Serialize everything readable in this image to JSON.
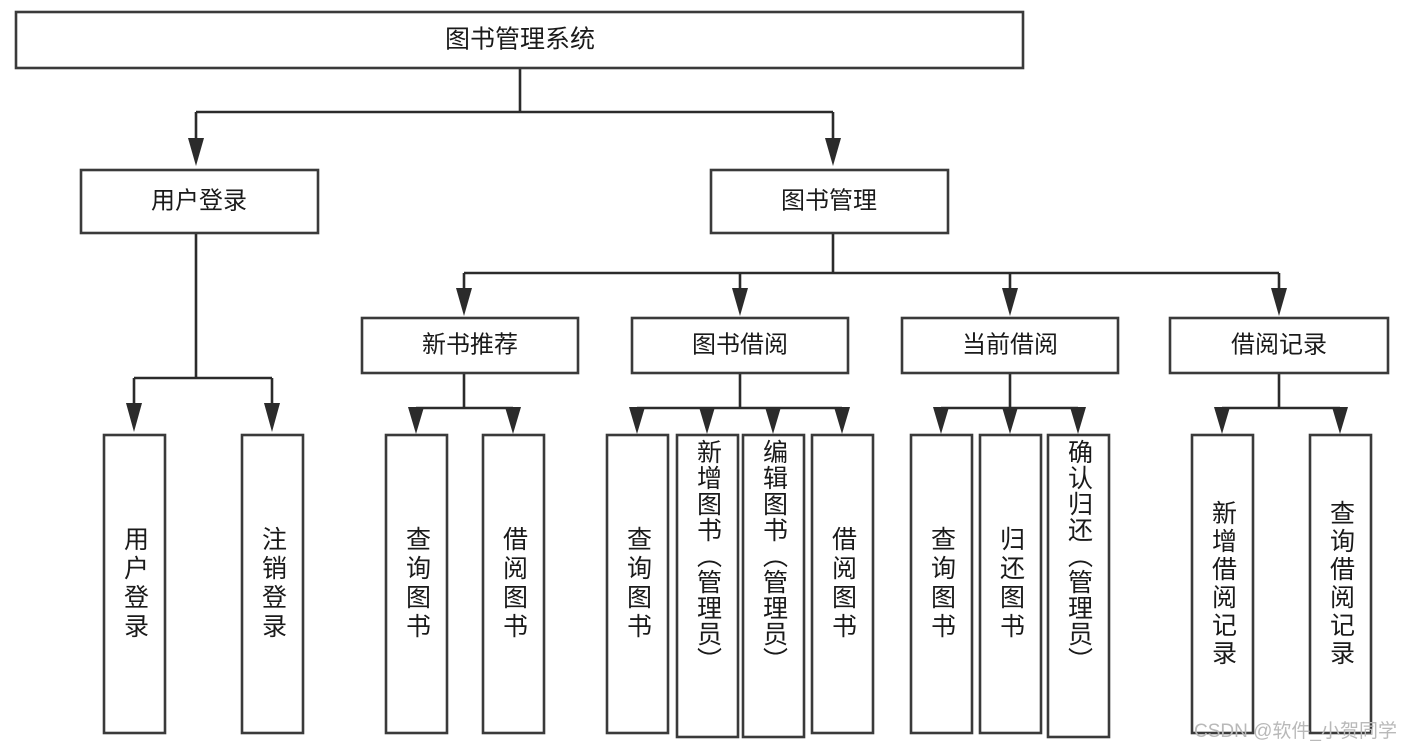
{
  "diagram": {
    "title": "图书管理系统",
    "watermark": "CSDN @软件_小贺同学",
    "root": {
      "id": "root",
      "label": "图书管理系统"
    },
    "level2": [
      {
        "id": "user-login",
        "label": "用户登录"
      },
      {
        "id": "book-management",
        "label": "图书管理"
      }
    ],
    "level3": [
      {
        "id": "new-book-recommend",
        "label": "新书推荐",
        "parent": "book-management"
      },
      {
        "id": "book-borrow",
        "label": "图书借阅",
        "parent": "book-management"
      },
      {
        "id": "current-borrow",
        "label": "当前借阅",
        "parent": "book-management"
      },
      {
        "id": "borrow-record",
        "label": "借阅记录",
        "parent": "book-management"
      }
    ],
    "leaves": [
      {
        "id": "leaf-user-login",
        "label": "用户登录",
        "parent": "user-login"
      },
      {
        "id": "leaf-user-logout",
        "label": "注销登录",
        "parent": "user-login"
      },
      {
        "id": "leaf-query-book-1",
        "label": "查询图书",
        "parent": "new-book-recommend"
      },
      {
        "id": "leaf-borrow-book-1",
        "label": "借阅图书",
        "parent": "new-book-recommend"
      },
      {
        "id": "leaf-query-book-2",
        "label": "查询图书",
        "parent": "book-borrow"
      },
      {
        "id": "leaf-add-book",
        "label": "新增图书（管理员）",
        "parent": "book-borrow"
      },
      {
        "id": "leaf-edit-book",
        "label": "编辑图书（管理员）",
        "parent": "book-borrow"
      },
      {
        "id": "leaf-borrow-book-2",
        "label": "借阅图书",
        "parent": "book-borrow"
      },
      {
        "id": "leaf-query-book-3",
        "label": "查询图书",
        "parent": "current-borrow"
      },
      {
        "id": "leaf-return-book",
        "label": "归还图书",
        "parent": "current-borrow"
      },
      {
        "id": "leaf-confirm-return",
        "label": "确认归还（管理员）",
        "parent": "current-borrow"
      },
      {
        "id": "leaf-add-record",
        "label": "新增借阅记录",
        "parent": "borrow-record"
      },
      {
        "id": "leaf-query-record",
        "label": "查询借阅记录",
        "parent": "borrow-record"
      }
    ],
    "colors": {
      "box_stroke": "#3a3a3a",
      "connector": "#2b2b2b",
      "text": "#1a1a1a",
      "background": "#ffffff",
      "watermark": "#b9b9b9"
    }
  }
}
